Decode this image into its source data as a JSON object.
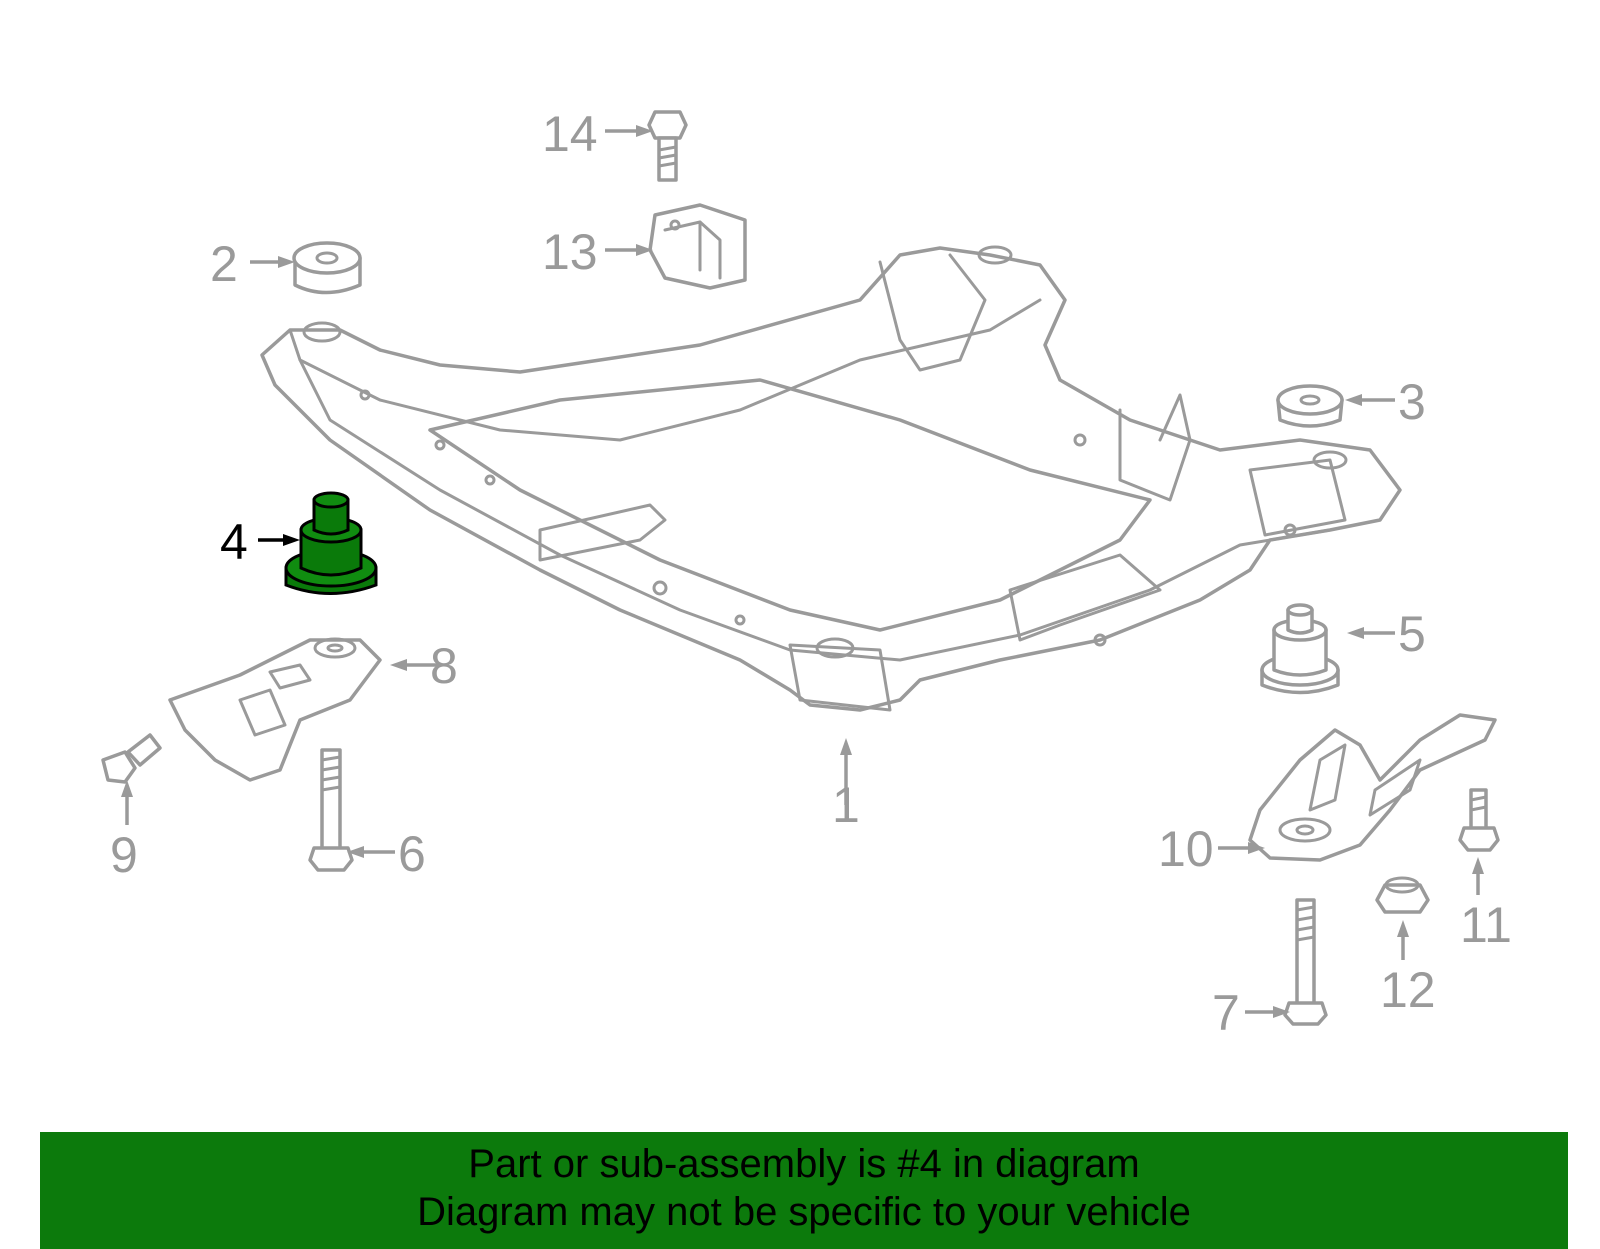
{
  "callouts": [
    "1",
    "2",
    "3",
    "4",
    "5",
    "6",
    "7",
    "8",
    "9",
    "10",
    "11",
    "12",
    "13",
    "14"
  ],
  "highlighted_callout": "4",
  "colors": {
    "highlight": "#0c7a0c",
    "line_art": "#9a9a9a",
    "text": "#000000"
  },
  "banner": {
    "line1": "Part or sub-assembly is #4 in diagram",
    "line2": "Diagram may not be specific to your vehicle"
  }
}
